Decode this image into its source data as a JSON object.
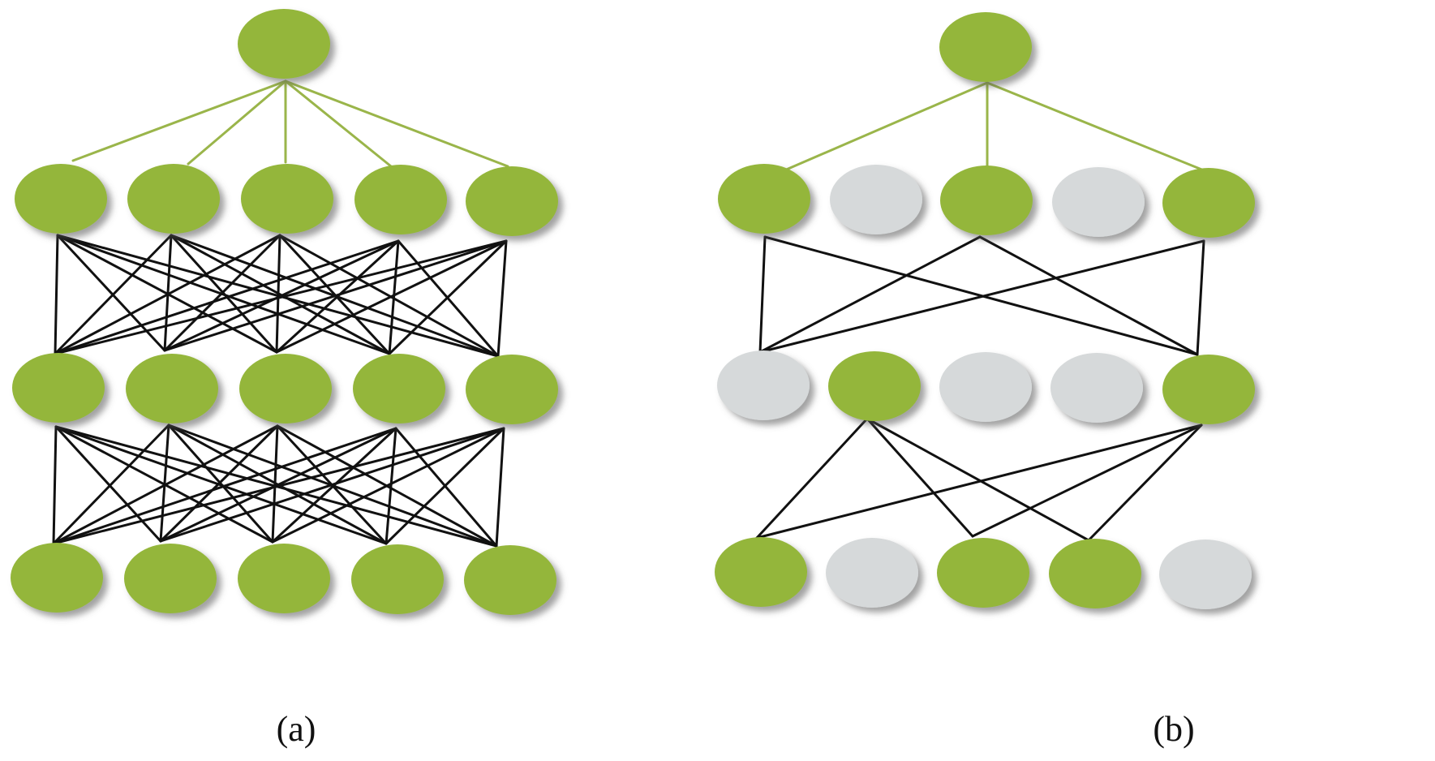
{
  "colors": {
    "active_node": "#94b63a",
    "dropped_node": "#d6d9da",
    "node_shadow": "#5a5a5a",
    "hidden_edge": "#111111",
    "output_edge": "#9ab54a",
    "background": "#ffffff"
  },
  "panels": [
    {
      "caption": "(a)",
      "layers": [
        {
          "nodes": [
            1
          ]
        },
        {
          "nodes": [
            1,
            1,
            1,
            1,
            1
          ]
        },
        {
          "nodes": [
            1,
            1,
            1,
            1,
            1
          ]
        },
        {
          "nodes": [
            1,
            1,
            1,
            1,
            1
          ]
        }
      ],
      "edges_top_middle": "all",
      "edges_middle_bottom": "all",
      "output_edges": "all"
    },
    {
      "caption": "(b)",
      "layers": [
        {
          "nodes": [
            1
          ]
        },
        {
          "nodes": [
            1,
            0,
            1,
            0,
            1
          ]
        },
        {
          "nodes": [
            0,
            1,
            0,
            0,
            1
          ]
        },
        {
          "nodes": [
            1,
            0,
            1,
            1,
            0
          ]
        }
      ],
      "edges_top_middle": [
        [
          0,
          0
        ],
        [
          0,
          4
        ],
        [
          2,
          0
        ],
        [
          2,
          4
        ],
        [
          4,
          0
        ],
        [
          4,
          4
        ]
      ],
      "edges_middle_bottom": [
        [
          1,
          0
        ],
        [
          1,
          2
        ],
        [
          1,
          3
        ],
        [
          4,
          0
        ],
        [
          4,
          2
        ],
        [
          4,
          3
        ]
      ],
      "output_edges": [
        0,
        2,
        4
      ]
    }
  ]
}
